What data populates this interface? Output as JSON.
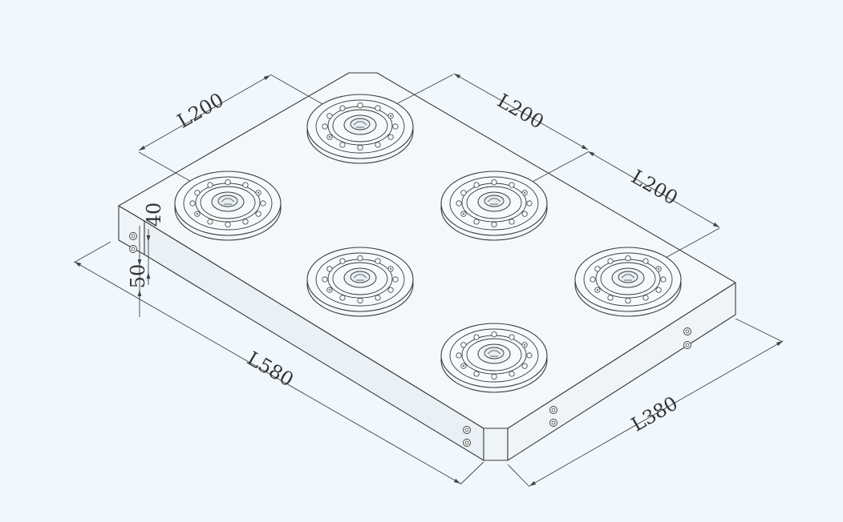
{
  "dimensions": {
    "length": "L580",
    "width": "L380",
    "pitch_left": "L200",
    "pitch_right_upper": "L200",
    "pitch_right_lower": "L200",
    "thickness": "50",
    "edge_offset": "40"
  },
  "colors": {
    "background": "#f1f8fd",
    "line": "#3a3a3a"
  },
  "components": {
    "receiver_count": 6
  }
}
